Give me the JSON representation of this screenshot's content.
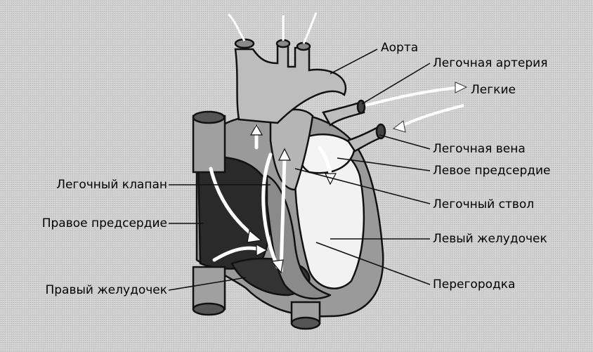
{
  "labels": {
    "aorta": "Аорта",
    "pulmonary_artery": "Легочная артерия",
    "lungs": "Легкие",
    "pulmonary_vein": "Легочная вена",
    "left_atrium": "Левое предсердие",
    "pulmonary_valve": "Легочный клапан",
    "pulmonary_trunk": "Легочный ствол",
    "right_atrium": "Правое предсердие",
    "left_ventricle": "Левый желудочек",
    "right_ventricle": "Правый желудочек",
    "septum": "Перегородка"
  },
  "colors": {
    "outline": "#111111",
    "dark_chamber": "#2a2a2a",
    "mid_chamber": "#8e8e8e",
    "light_chamber": "#f2f2f2",
    "vessel": "#bdbdbd"
  }
}
